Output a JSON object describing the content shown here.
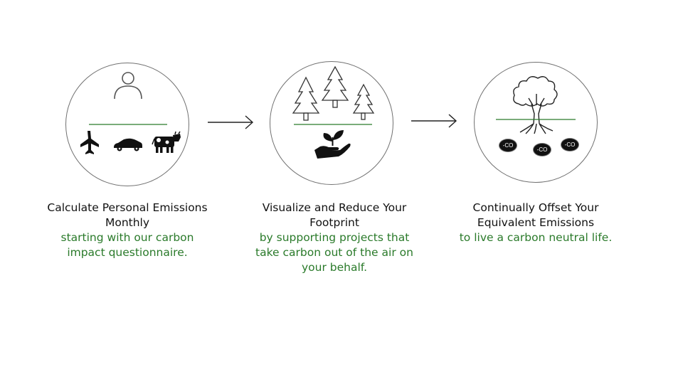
{
  "steps": [
    {
      "title": "Calculate Personal Emissions Monthly",
      "description": "starting with our carbon impact questionnaire."
    },
    {
      "title": "Visualize and Reduce Your Footprint",
      "description": "by supporting projects that take carbon out of the air on your behalf."
    },
    {
      "title": "Continually Offset Your Equivalent Emissions",
      "description": "to live a carbon neutral life."
    }
  ],
  "offset_badges": [
    "-CO",
    "-CO",
    "-CO"
  ],
  "colors": {
    "accent_green": "#2a7a2a",
    "outline": "#707070",
    "text": "#111111"
  },
  "icons": {
    "step1": [
      "person-icon",
      "airplane-icon",
      "car-icon",
      "cow-icon"
    ],
    "step2": [
      "pine-trees-icon",
      "hand-with-plant-icon"
    ],
    "step3": [
      "tree-with-roots-icon"
    ],
    "arrows": [
      "right-arrow-icon",
      "right-arrow-icon"
    ]
  }
}
